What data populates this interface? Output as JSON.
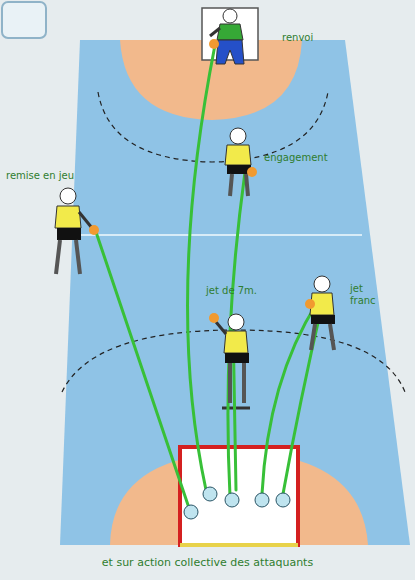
{
  "diagram": {
    "caption": "et sur action collective des attaquants",
    "labels": [
      "renvoi",
      "remise en jeu",
      "engagement",
      "jet de 7m.",
      "jet franc"
    ]
  }
}
